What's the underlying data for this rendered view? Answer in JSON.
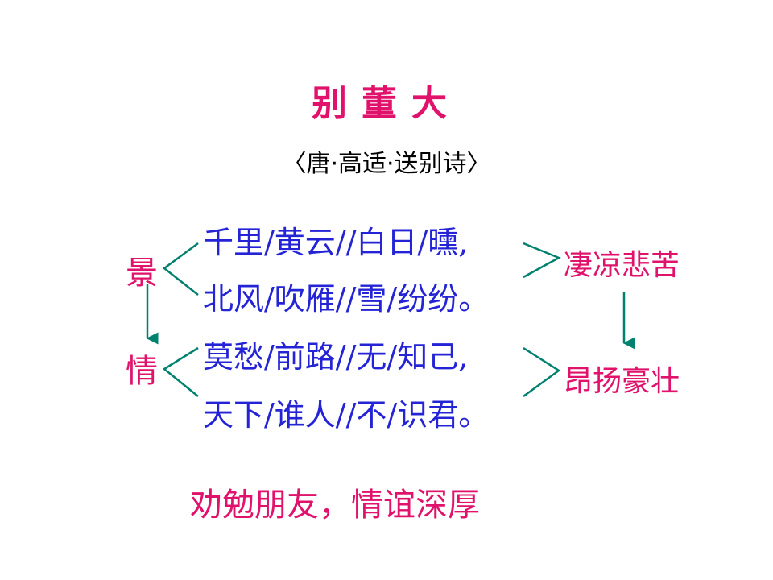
{
  "title": "别董大",
  "subtitle": "〈唐·高适·送别诗〉",
  "poem": {
    "lines": [
      "千里/黄云//白日/曛,",
      "北风/吹雁//雪/纷纷。",
      "莫愁/前路//无/知己,",
      "天下/谁人//不/识君。"
    ]
  },
  "left_labels": {
    "scene": "景",
    "emotion": "情"
  },
  "right_labels": {
    "top": "凄凉悲苦",
    "bottom": "昂扬豪壮"
  },
  "conclusion": "劝勉朋友，情谊深厚",
  "colors": {
    "title": "#e0126c",
    "poem": "#2424d6",
    "bracket": "#00806e",
    "arrow": "#00806e"
  }
}
